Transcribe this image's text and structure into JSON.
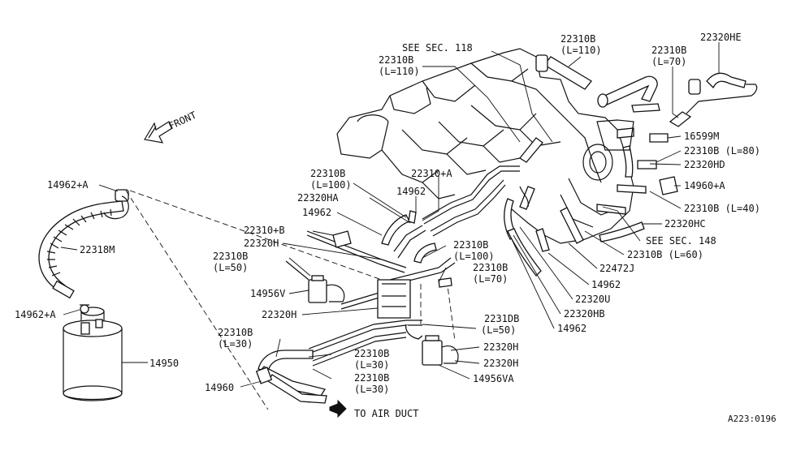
{
  "diagram": {
    "front_label": "FRONT",
    "labels": [
      "SEE SEC. 118",
      "22310B",
      "(L=110)",
      "22310B",
      "(L=110)",
      "22310B",
      "(L=70)",
      "22320HE",
      "16599M",
      "22310B (L=80)",
      "22320HD",
      "14960+A",
      "22310B (L=40)",
      "22320HC",
      "SEE SEC. 148",
      "22310B (L=60)",
      "22472J",
      "14962",
      "22320U",
      "22320HB",
      "14962",
      "22310+A",
      "14962",
      "22310B",
      "(L=100)",
      "22320HA",
      "14962",
      "22310+B",
      "22320H",
      "22310B",
      "(L=50)",
      "22310B",
      "(L=100)",
      "22310B",
      "(L=70)",
      "14956V",
      "22320H",
      "22310B",
      "(L=30)",
      "14962+A",
      "22318M",
      "14962+A",
      "14950",
      "14960",
      "2231DB",
      "(L=50)",
      "22310B",
      "(L=30)",
      "22310B",
      "(L=30)",
      "22320H",
      "22320H",
      "14956VA",
      "TO AIR DUCT",
      "A223:0196"
    ]
  }
}
